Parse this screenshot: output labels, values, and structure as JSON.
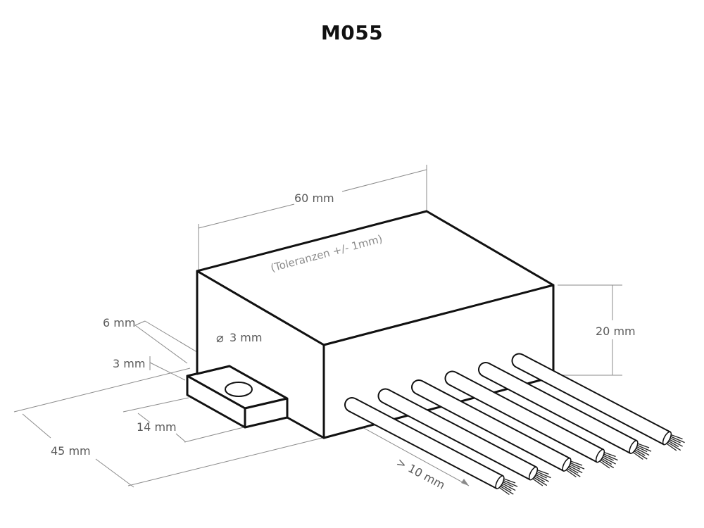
{
  "title": "M055",
  "tolerance_note": "(Toleranzen +/- 1mm)",
  "dimensions": {
    "length": "60 mm",
    "height": "20 mm",
    "width": "45 mm",
    "tab_width": "6 mm",
    "tab_thickness": "3 mm",
    "tab_length": "14 mm",
    "hole_diameter": "3 mm",
    "wire_length": "> 10 mm"
  },
  "hole_symbol": "⌀",
  "wire_count": 6,
  "colors": {
    "outline": "#111111",
    "dimension": "#8a8a8a",
    "dimension_text": "#5a5a5a",
    "note_text": "#8c8c8c"
  }
}
